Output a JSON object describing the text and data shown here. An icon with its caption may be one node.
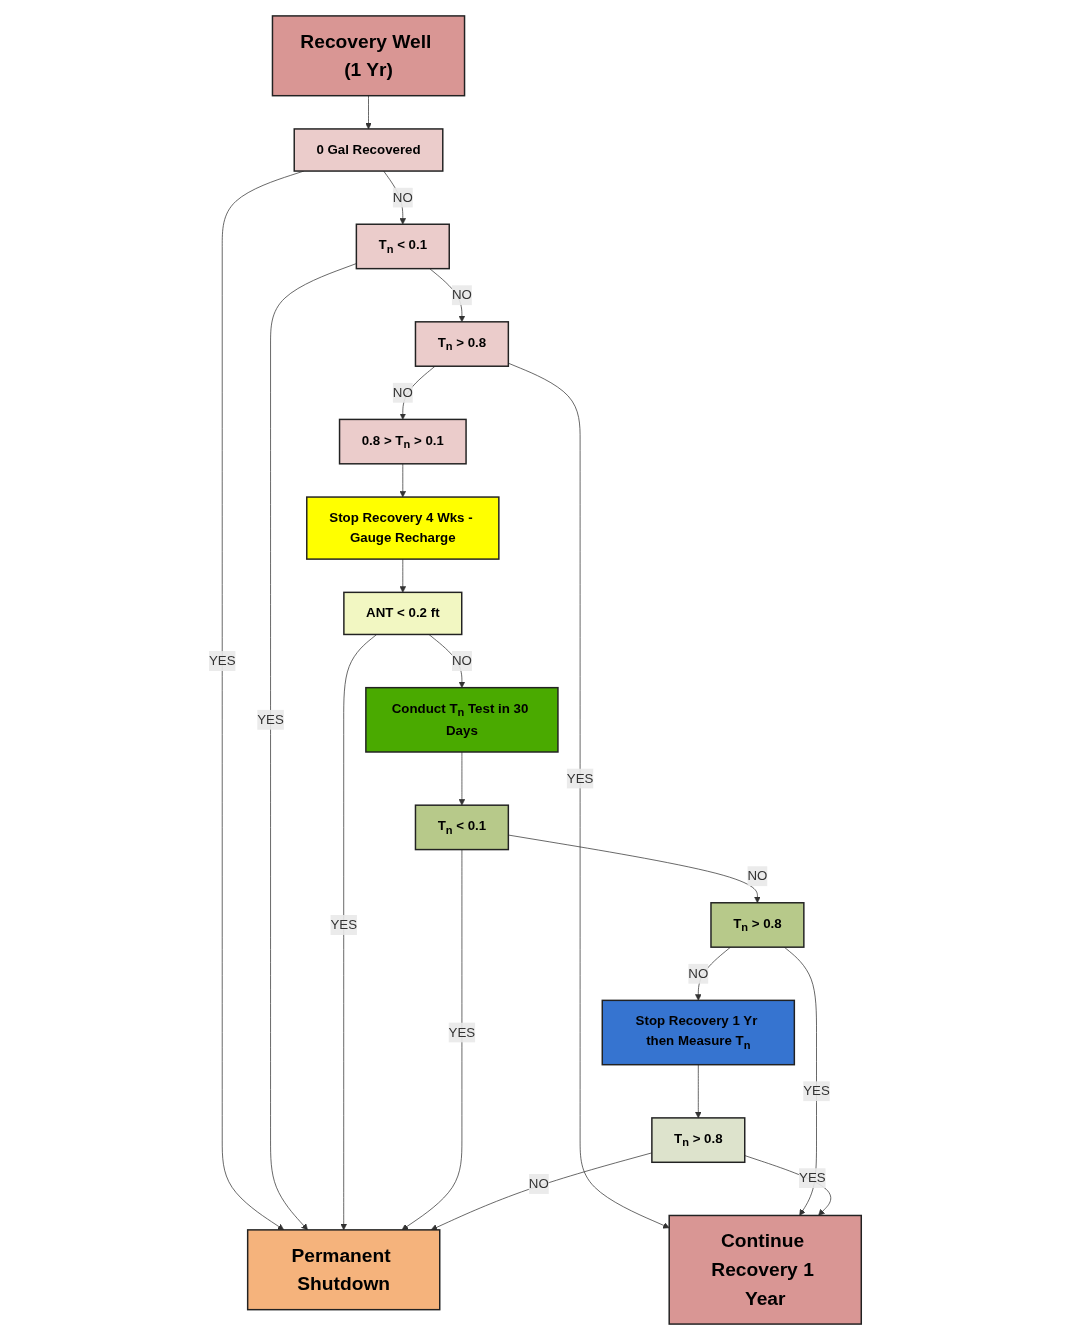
{
  "diagram": {
    "nodes": [
      {
        "text": [
          "Recovery Well (1 Yr)"
        ]
      },
      {
        "text": [
          "0 Gal Recovered"
        ]
      },
      {
        "text": [
          "T$_{n}$ < 0.1"
        ]
      },
      {
        "text": [
          "T$_{n}$ > 0.8"
        ]
      },
      {
        "text": [
          "0.8 > T$_{n}$ > 0.1"
        ]
      },
      {
        "text": [
          "Stop Recovery 4 Wks - Gauge Recharge"
        ]
      },
      {
        "text": [
          "ANT < 0.2 ft"
        ]
      },
      {
        "text": [
          "Conduct T$_{n}$ Test in 30 Days"
        ]
      },
      {
        "text": [
          "T$_{n}$ < 0.1"
        ]
      },
      {
        "text": [
          "T$_{n}$ > 0.8"
        ]
      },
      {
        "text": [
          "Stop Recovery 1 Yr then Measure T$_{n}$"
        ]
      },
      {
        "text": [
          "T$_{n}$ > 0.8"
        ]
      },
      {
        "text": [
          "Continue Recovery 1 Year"
        ]
      },
      {
        "text": [
          "Permanent Shutdown"
        ]
      }
    ],
    "edges": [
      {
        "from": 0,
        "to": 1,
        "arrow": "to"
      },
      {
        "from": 1,
        "to": 13,
        "arrow": "to",
        "label": "YES"
      },
      {
        "from": 1,
        "to": 2,
        "arrow": "to",
        "label": "NO"
      },
      {
        "from": 2,
        "to": 13,
        "arrow": "to",
        "label": "YES"
      },
      {
        "from": 2,
        "to": 3,
        "arrow": "to",
        "label": "NO"
      },
      {
        "from": 3,
        "to": 12,
        "arrow": "to",
        "label": "YES"
      },
      {
        "from": 3,
        "to": 4,
        "arrow": "to",
        "label": "NO"
      },
      {
        "from": 4,
        "to": 5,
        "arrow": "to"
      },
      {
        "from": 5,
        "to": 6,
        "arrow": "to"
      },
      {
        "from": 6,
        "to": 13,
        "arrow": "to",
        "label": "YES"
      },
      {
        "from": 6,
        "to": 7,
        "arrow": "to",
        "label": "NO"
      },
      {
        "from": 7,
        "to": 8,
        "arrow": "to"
      },
      {
        "from": 8,
        "to": 13,
        "arrow": "to",
        "label": "YES"
      },
      {
        "from": 8,
        "to": 9,
        "arrow": "to",
        "label": "NO"
      },
      {
        "from": 9,
        "to": 12,
        "arrow": "to",
        "label": "YES"
      },
      {
        "from": 9,
        "to": 10,
        "arrow": "to",
        "label": "NO"
      },
      {
        "from": 10,
        "to": 11,
        "arrow": "to"
      },
      {
        "from": 11,
        "to": 12,
        "arrow": "to",
        "label": "YES"
      },
      {
        "from": 11,
        "to": 13,
        "arrow": "to",
        "label": "NO"
      }
    ]
  }
}
